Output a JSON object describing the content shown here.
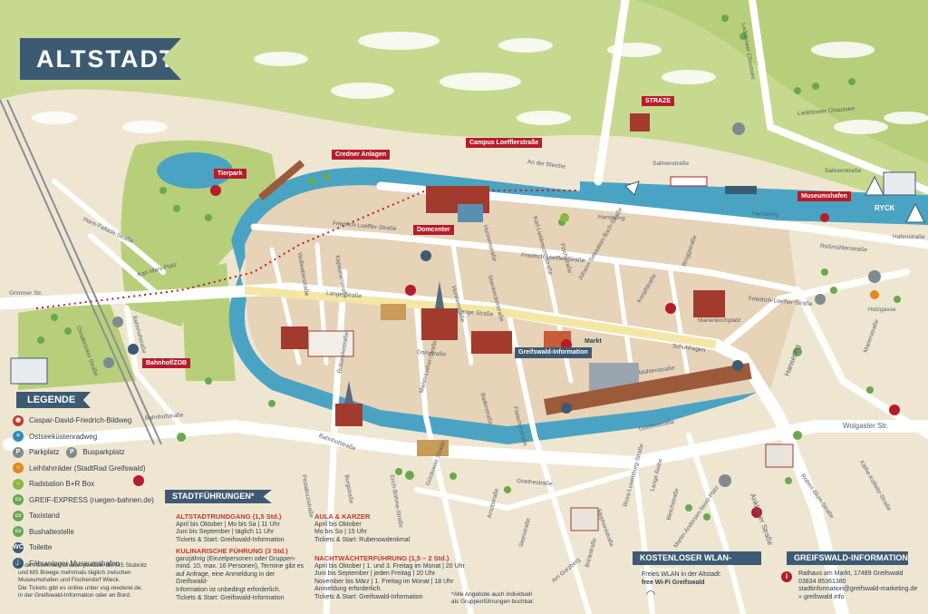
{
  "title": "ALTSTADT",
  "legend": {
    "heading": "LEGENDE",
    "items": [
      {
        "label": "Caspar-David-Friedrich-Bildweg",
        "color": "#c0392b",
        "icon": "camera-icon"
      },
      {
        "label": "Ostseeküstenradweg",
        "color": "#2c8fb0",
        "icon": "bike-icon"
      },
      {
        "label": "Parkplatz",
        "label2": "Busparkplatz",
        "color": "#7f8c8d",
        "icon": "parking-icon"
      },
      {
        "label": "Leihfahrräder (StadtRad Greifswald)",
        "color": "#e08a1e",
        "icon": "bike-rental-icon"
      },
      {
        "label": "Radstation B+R Box",
        "color": "#8bb640",
        "icon": "bike-station-icon"
      },
      {
        "label": "GREIF-EXPRESS (ruegen-bahnen.de)",
        "color": "#6aa84f",
        "icon": "train-icon"
      },
      {
        "label": "Taxistand",
        "color": "#6aa84f",
        "icon": "taxi-icon"
      },
      {
        "label": "Bushaltestelle",
        "color": "#6aa84f",
        "icon": "bus-icon"
      },
      {
        "label": "Toilette",
        "color": "#3d5a73",
        "icon": "wc-icon",
        "glyph": "WC"
      },
      {
        "label": "Fähranleger Museumshafen",
        "color": "#3d5a73",
        "icon": "anchor-icon"
      }
    ],
    "ferry_note": [
      "In den Sommermonaten pendeln die MS Stubnitz",
      "und MS Breege mehrmals täglich zwischen",
      "Museumshafen und Fischerdorf Wieck.",
      "Die Tickets gibt es online unter vsg-reederei.de,",
      "in der Greifswald-Information oder an Bord."
    ]
  },
  "tours": {
    "heading": "STADTFÜHRUNGEN*",
    "items": [
      {
        "title": "ALTSTADTRUNDGANG (1,5 Std.)",
        "lines": [
          "April bis Oktober | Mo bis Sa | 11 Uhr",
          "Juni bis September | täglich 11 Uhr",
          "Tickets & Start: Greifswald-Information"
        ]
      },
      {
        "title": "KULINARISCHE FÜHRUNG (3 Std.)",
        "lines": [
          "ganzjährig (Einzelpersonen oder Gruppen-",
          "mind. 10, max. 16 Personen), Termine gibt es",
          "auf Anfrage, eine Anmeldung in der Greifswald-",
          "Information ist unbedingt erforderlich.",
          "Tickets & Start: Greifswald-Information"
        ]
      },
      {
        "title": "AULA & KARZER",
        "lines": [
          "April bis Oktober",
          "Mo bis So | 15 Uhr",
          "Tickets & Start: Rubenowdenkmal"
        ]
      },
      {
        "title": "NACHTWÄCHTERFÜHRUNG (1,5 – 2 Std.)",
        "lines": [
          "April bis Oktober | 1. und 3. Freitag im Monat | 20 Uhr",
          "Juni bis September | jeden Freitag | 20 Uhr",
          "November bis März | 1. Freitag im Monat | 18 Uhr",
          "Anmeldung erforderlich.",
          "Tickets & Start: Greifswald-Information"
        ]
      }
    ],
    "footnote": [
      "*Alle Angebote auch individuell",
      "als Gruppenführungen buchbar."
    ]
  },
  "wlan": {
    "heading": "KOSTENLOSER WLAN-HOTSPOT",
    "line1": "Freies WLAN in der Altstadt:",
    "line2": "free Wi-Fi Greifswald"
  },
  "info": {
    "heading": "GREIFSWALD-INFORMATION",
    "lines": [
      "Rathaus am Markt, 17489 Greifswald",
      "03834 85361380",
      "stadtinformation@greifswald-marketing.de",
      "» greifswald.info"
    ]
  },
  "places": {
    "tierpark": "Tierpark",
    "credner": "Credner Anlagen",
    "campus": "Campus Loefflerstraße",
    "domcenter": "Domcenter",
    "straze": "STRAZE",
    "museumshafen": "Museumshafen",
    "bahnhof": "Bahnhof/ZOB",
    "markt": "Markt",
    "info_point": "Greifswald-Information",
    "ryck": "RYCK"
  },
  "streets": {
    "s1": "Hans-Fallada-Straße",
    "s2": "Karl-Marx-Platz",
    "s3": "Grimmer Str.",
    "s4": "Lange Straße",
    "s5": "Lange Straße",
    "s6": "Domstraße",
    "s7": "Schuhhagen",
    "s8": "Mühlenstraße",
    "s9": "Hansering",
    "s10": "Hansering",
    "s11": "Salinenstraße",
    "s12": "Salinenstraße",
    "s13": "An der Bleiche",
    "s14": "Friedrich-Loeffler-Straße",
    "s15": "Friedrich-Loeffler-Straße",
    "s16": "Friedrich-Loeffler-Straße",
    "s17": "Bahnhofstraße",
    "s18": "Bahnhofstraße",
    "s19": "Goethestraße",
    "s20": "Goethestraße",
    "s21": "Wolgaster Str.",
    "s22": "Anklamer Straße",
    "s23": "Robert-Blum-Straße",
    "s24": "Käthe-Kollwitz-Straße",
    "s25": "Hafenstraße",
    "s26": "Roßmühlenstraße",
    "s27": "Holzgasse",
    "s28": "Marienstraße",
    "s29": "Ladebower Chaussee",
    "s30": "Ladebower Chaussee",
    "s31": "Marienkirchplatz",
    "s32": "Hansering",
    "s33": "Stephanistraße",
    "s34": "Fleischerstraße",
    "s35": "Baderstraße",
    "s36": "Martin-Luther-Straße",
    "s37": "Rubenowstraße",
    "s38": "Wollweberstraße",
    "s39": "Kapaunenstraße",
    "s40": "Brüggstraße",
    "s41": "Knopfstraße",
    "s42": "Steinbeckerstraße",
    "s43": "Hunnenstraße",
    "s44": "Fischstraße",
    "s45": "Johann-Sebastian-Bach-Straße",
    "s46": "Karl-Liebknecht-Straße",
    "s47": "Burgstraße",
    "s48": "Rosa-Luxemburg-Straße",
    "s49": "Martin-Andersen-Nexö-Platz",
    "s50": "Bleichstraße",
    "s51": "Lange Reihe",
    "s52": "Brinkstraße",
    "s53": "Arndtstraße",
    "s54": "Steinstraße",
    "s55": "Gützkower Straße",
    "s56": "Erich-Böhme-Straße",
    "s57": "Pestalozzistraße",
    "s58": "Am Gorzberg",
    "s59": "Osnabrücker Straße",
    "s60": "Bahnhofstraße",
    "s61": "Hunnenstraße"
  },
  "colors": {
    "water": "#4aa3c3",
    "grass": "#b7cf7a",
    "road": "#ffffff",
    "block": "#e6d3b8",
    "accent_red": "#b71c2b",
    "navy": "#3d5a73"
  }
}
